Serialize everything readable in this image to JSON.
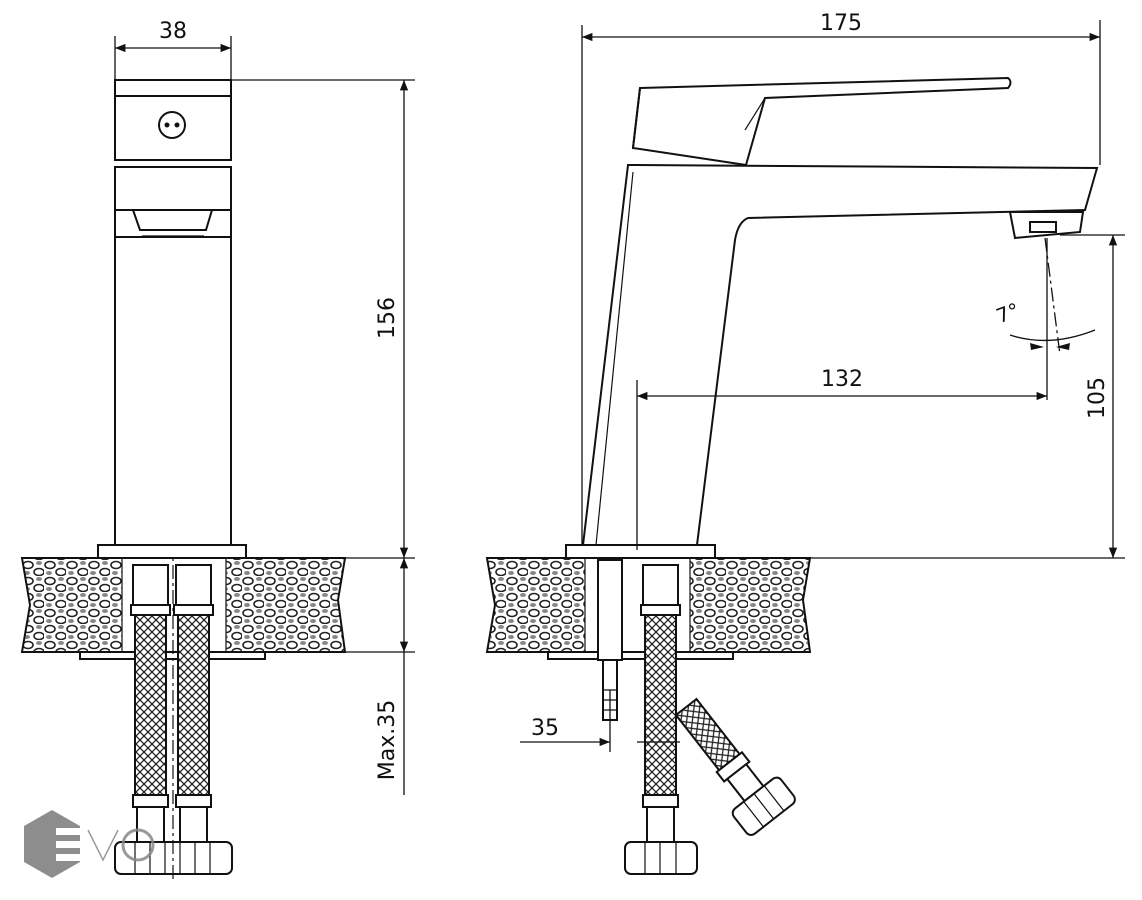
{
  "logo": {
    "text": "EVO",
    "color": "#7a7a7a"
  },
  "front_view": {
    "width_label": "38",
    "height_label": "156",
    "max_thickness_label": "Max.35"
  },
  "side_view": {
    "length_label": "175",
    "reach_label": "132",
    "spout_height_label": "105",
    "angle_label": "7°",
    "stud_offset_label": "35"
  }
}
